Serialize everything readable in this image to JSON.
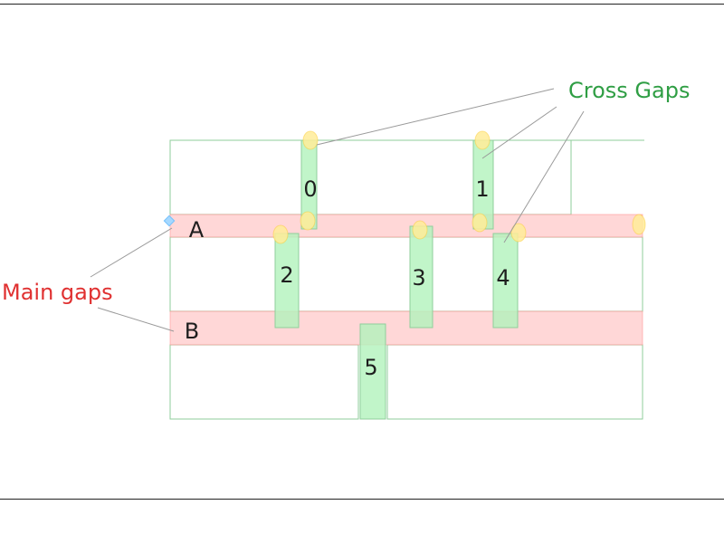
{
  "callouts": {
    "cross": {
      "label": "Cross Gaps",
      "color": "#2f9e44"
    },
    "main": {
      "label": "Main gaps",
      "color": "#e03131"
    }
  },
  "main_gaps": [
    {
      "label": "A"
    },
    {
      "label": "B"
    }
  ],
  "cross_gaps": [
    {
      "label": "0"
    },
    {
      "label": "1"
    },
    {
      "label": "2"
    },
    {
      "label": "3"
    },
    {
      "label": "4"
    },
    {
      "label": "5"
    }
  ],
  "colors": {
    "cell_stroke": "#8fce9b",
    "main_fill": "#ffc9c9",
    "cross_fill": "#b2f2bb",
    "dot_fill": "#ffec99",
    "connector": "#9a9a9a",
    "anchor": "#a5d8ff"
  }
}
